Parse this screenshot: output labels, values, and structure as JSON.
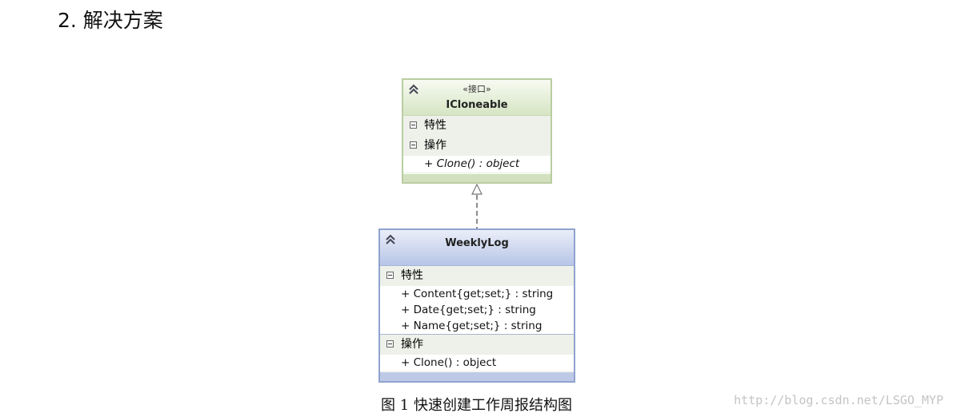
{
  "heading": "2. 解决方案",
  "interface_class": {
    "stereotype": "«接口»",
    "name": "ICloneable",
    "attributes_label": "特性",
    "operations_label": "操作",
    "operations": [
      "+ Clone() : object"
    ]
  },
  "weeklylog_class": {
    "name": "WeeklyLog",
    "attributes_label": "特性",
    "attributes": [
      "+ Content{get;set;} : string",
      "+ Date{get;set;} : string",
      "+ Name{get;set;} : string"
    ],
    "operations_label": "操作",
    "operations": [
      "+ Clone() : object"
    ]
  },
  "caption": "图 1  快速创建工作周报结构图",
  "watermark": "http://blog.csdn.net/LSGO_MYP",
  "colors": {
    "interface_border": "#b9cda0",
    "interface_header": "#d6e5c4",
    "class_border": "#8ea3cf",
    "class_header": "#b7c5e6",
    "connector": "#888888"
  }
}
